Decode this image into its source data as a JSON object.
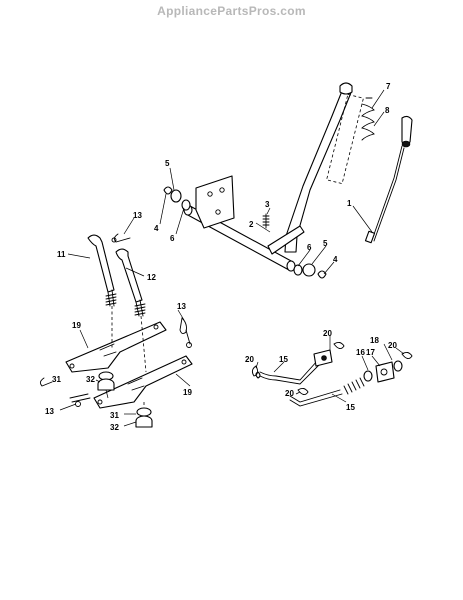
{
  "watermark": "AppliancePartsPros.com",
  "callouts": [
    {
      "id": "c1",
      "label": "1"
    },
    {
      "id": "c2",
      "label": "2"
    },
    {
      "id": "c3",
      "label": "3"
    },
    {
      "id": "c4a",
      "label": "4"
    },
    {
      "id": "c4b",
      "label": "4"
    },
    {
      "id": "c5a",
      "label": "5"
    },
    {
      "id": "c5b",
      "label": "5"
    },
    {
      "id": "c6a",
      "label": "6"
    },
    {
      "id": "c6b",
      "label": "6"
    },
    {
      "id": "c7",
      "label": "7"
    },
    {
      "id": "c8",
      "label": "8"
    },
    {
      "id": "c11",
      "label": "11"
    },
    {
      "id": "c12",
      "label": "12"
    },
    {
      "id": "c13a",
      "label": "13"
    },
    {
      "id": "c13b",
      "label": "13"
    },
    {
      "id": "c13c",
      "label": "13"
    },
    {
      "id": "c15a",
      "label": "15"
    },
    {
      "id": "c15b",
      "label": "15"
    },
    {
      "id": "c16",
      "label": "16"
    },
    {
      "id": "c17",
      "label": "17"
    },
    {
      "id": "c18",
      "label": "18"
    },
    {
      "id": "c19a",
      "label": "19"
    },
    {
      "id": "c19b",
      "label": "19"
    },
    {
      "id": "c20a",
      "label": "20"
    },
    {
      "id": "c20b",
      "label": "20"
    },
    {
      "id": "c20c",
      "label": "20"
    },
    {
      "id": "c20d",
      "label": "20"
    },
    {
      "id": "c31a",
      "label": "31"
    },
    {
      "id": "c31b",
      "label": "31"
    },
    {
      "id": "c32a",
      "label": "32"
    },
    {
      "id": "c32b",
      "label": "32"
    }
  ]
}
